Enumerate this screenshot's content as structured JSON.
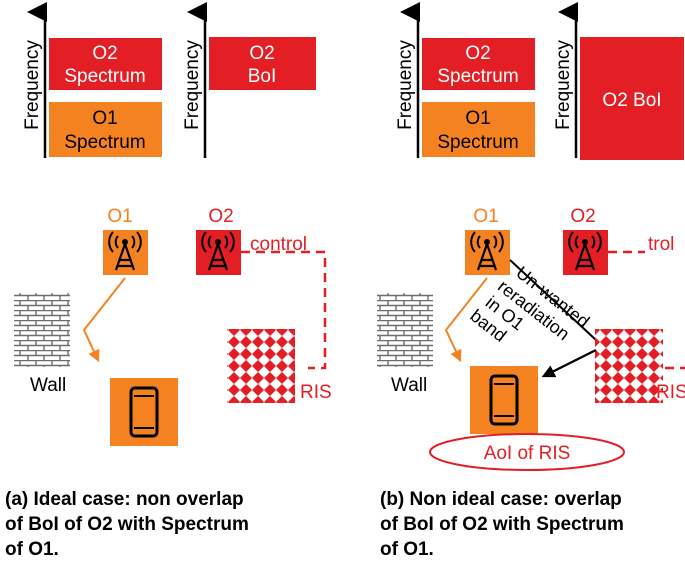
{
  "colors": {
    "o1": "#F58220",
    "o2": "#E31E24",
    "control": "#E31E24",
    "text": "#000000",
    "wall": "#6D6D6D"
  },
  "axis_label": "Frequency",
  "panel_a": {
    "spectrum_chart": {
      "o2_spectrum": [
        "O2",
        "Spectrum"
      ],
      "o1_spectrum": [
        "O1",
        "Spectrum"
      ]
    },
    "boi_chart": {
      "label": [
        "O2",
        "BoI"
      ]
    },
    "o1_label": "O1",
    "o2_label": "O2",
    "control_label": "control",
    "wall_label": "Wall",
    "ris_label": "RIS",
    "caption": [
      "(a) Ideal case: non overlap",
      "of BoI of O2 with Spectrum",
      "of O1."
    ]
  },
  "panel_b": {
    "spectrum_chart": {
      "o2_spectrum": [
        "O2",
        "Spectrum"
      ],
      "o1_spectrum": [
        "O1",
        "Spectrum"
      ]
    },
    "boi_chart": {
      "label": "O2 BoI"
    },
    "o1_label": "O1",
    "o2_label": "O2",
    "control_label": "trol",
    "wall_label": "Wall",
    "ris_label": "RIS",
    "unwanted_label": [
      "Un-wanted",
      "reradiation",
      "in O1",
      "band"
    ],
    "aoi_label": "AoI of RIS",
    "caption": [
      "(b) Non ideal case: overlap",
      "of BoI of O2 with Spectrum",
      "of O1."
    ]
  },
  "icons": [
    "antenna-icon",
    "phone-icon",
    "wall-icon",
    "ris-icon"
  ]
}
